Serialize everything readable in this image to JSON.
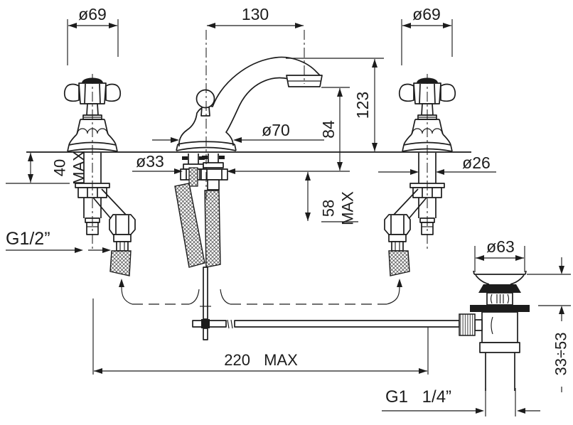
{
  "diagram": {
    "labels": {
      "dia69_left": "ø69",
      "reach": "130",
      "dia69_right": "ø69",
      "height_total": "123",
      "height_spout": "84",
      "dia70": "ø70",
      "dia33": "ø33",
      "dia26": "ø26",
      "deck40": "40",
      "deck40_max": "MAX",
      "under58": "58",
      "under58_max": "MAX",
      "supply_thread": "G1/2”",
      "dia63": "ø63",
      "rod220": "220 MAX",
      "clamp_range": "33÷53",
      "drain_thread": "G1 1/4”"
    },
    "colors": {
      "line": "#1c1c1c",
      "background": "#ffffff"
    }
  }
}
